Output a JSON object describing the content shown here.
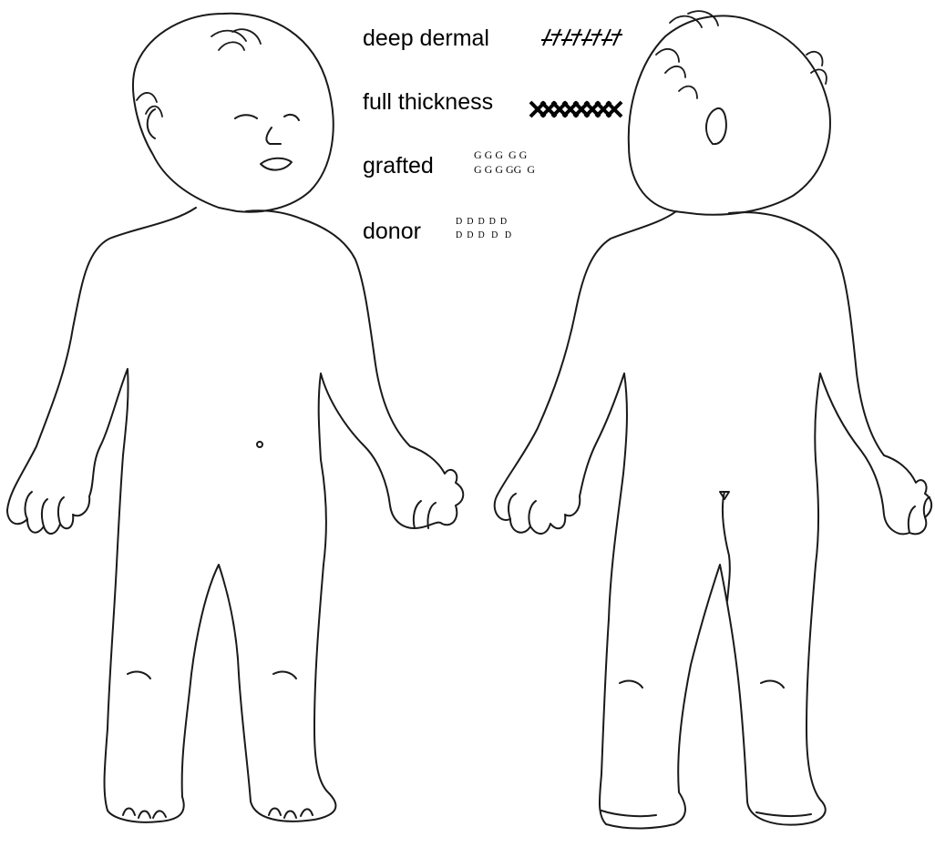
{
  "legend": {
    "items": [
      {
        "label": "deep dermal",
        "pattern": "diagonal-hatch-icon"
      },
      {
        "label": "full thickness",
        "pattern": "cross-hatch-icon"
      },
      {
        "label": "grafted",
        "pattern_row1": "G G G  G G",
        "pattern_row2": "G G G GG  G"
      },
      {
        "label": "donor",
        "pattern_row1": "D  D  D  D  D",
        "pattern_row2": "D  D  D   D   D"
      }
    ]
  },
  "figures": {
    "front": "child-front-figure",
    "back": "child-back-figure"
  },
  "colors": {
    "ink": "#1a1a1a",
    "background": "#ffffff"
  }
}
